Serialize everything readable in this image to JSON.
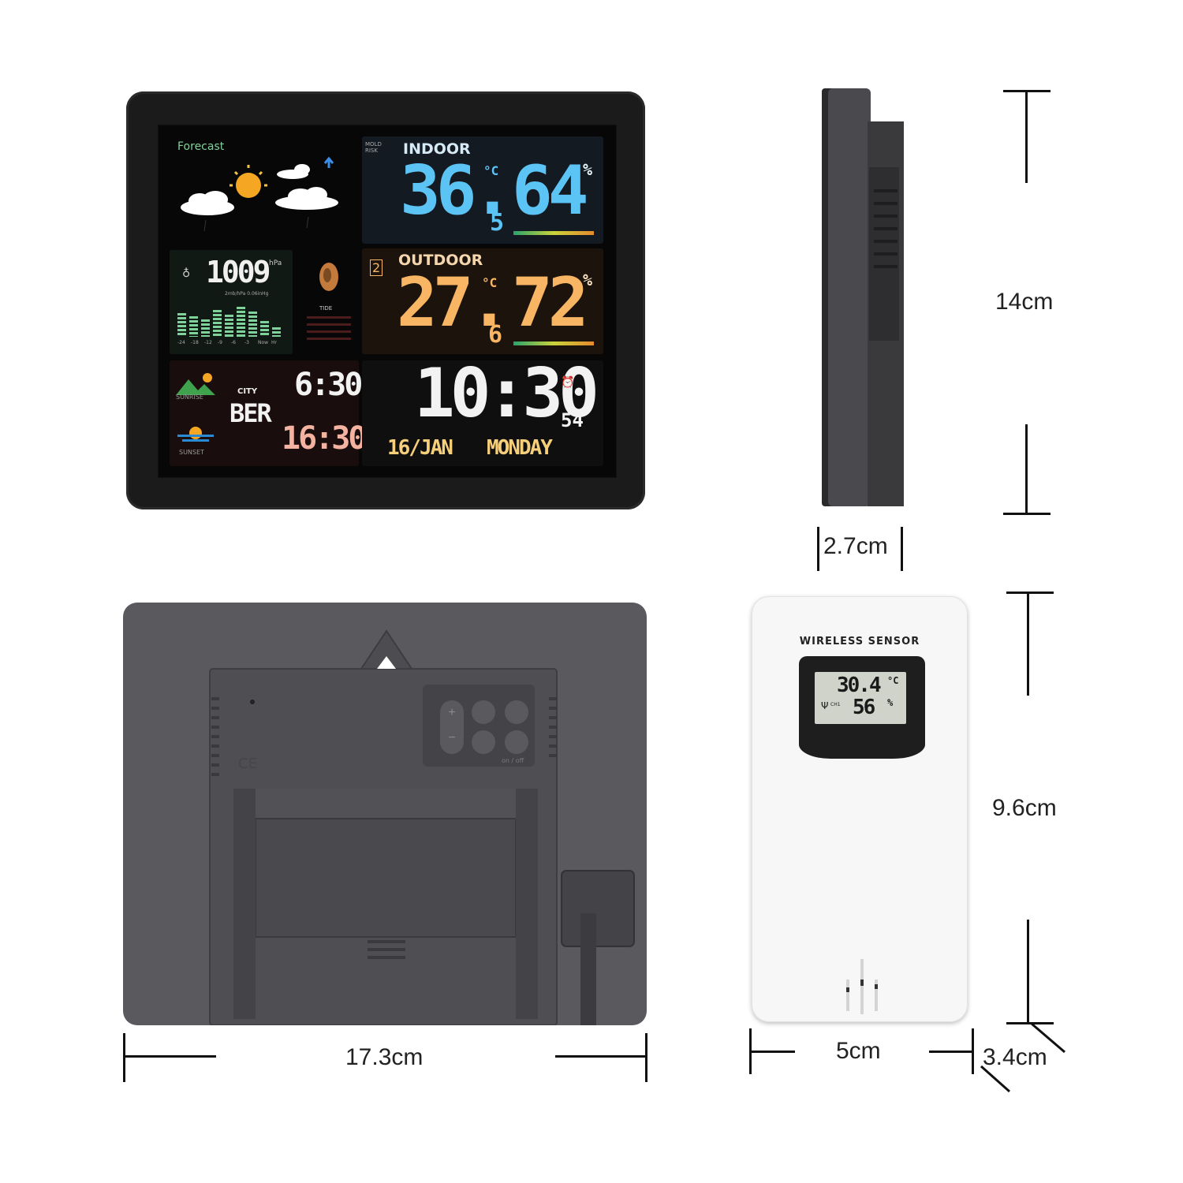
{
  "station": {
    "forecast_label": "Forecast",
    "indoor_label": "INDOOR",
    "mold_risk_label": "MOLD RISK",
    "indoor_temp": "36.",
    "indoor_temp_decimal": "5",
    "indoor_temp_unit": "°C",
    "indoor_humidity": "64",
    "indoor_humidity_unit": "%",
    "outdoor_label": "OUTDOOR",
    "outdoor_temp": "27.",
    "outdoor_temp_decimal": "6",
    "outdoor_temp_unit": "°C",
    "outdoor_humidity": "72",
    "outdoor_humidity_unit": "%",
    "pressure": "1009",
    "pressure_unit": "hPa",
    "pressure_scale_label": "2mb/hPa 0.06inHg",
    "pressure_axis": [
      "-24",
      "-18",
      "-12",
      "-9",
      "-6",
      "-3",
      "Now",
      "Hr"
    ],
    "tide_label": "TIDE",
    "sunrise_label": "SUNRISE",
    "sunset_label": "SUNSET",
    "city_label": "CITY",
    "city_code": "BER",
    "sunrise_time": "6:30",
    "sunset_time": "16:30",
    "clock_time": "10:30",
    "clock_seconds": "54",
    "date": "16/JAN",
    "weekday": "MONDAY",
    "channel": "2"
  },
  "back": {
    "button_on_off": "on / off"
  },
  "sensor": {
    "title": "WIRELESS SENSOR",
    "temp": "30.4",
    "temp_unit": "°C",
    "humidity": "56",
    "humidity_unit": "%",
    "channel_label": "CH1"
  },
  "dimensions": {
    "height_main": "14cm",
    "depth_main": "2.7cm",
    "width_main": "17.3cm",
    "height_sensor": "9.6cm",
    "width_sensor": "5cm",
    "depth_sensor": "3.4cm"
  },
  "colors": {
    "indoor_blue": "#5cc3f5",
    "outdoor_orange": "#f8b563",
    "clock_white": "#f2f2f2",
    "date_yellow": "#f6cf7a",
    "sunset_pink": "#f4b3a0",
    "pressure_green": "#7fd39a"
  }
}
